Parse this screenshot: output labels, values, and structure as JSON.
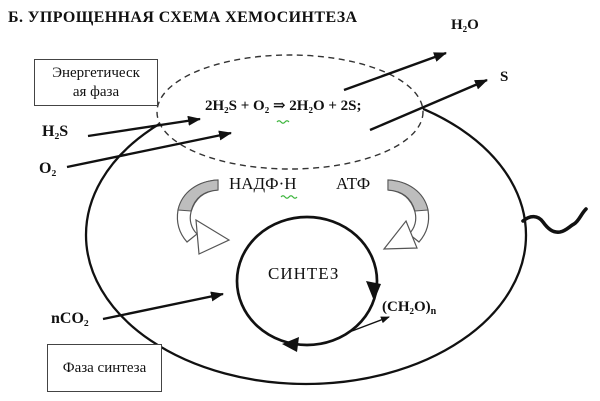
{
  "title": "Б. УПРОЩЕННАЯ СХЕМА ХЕМОСИНТЕЗА",
  "boxes": {
    "energy_phase_line1": "Энергетическ",
    "energy_phase_line2": "ая фаза",
    "synthesis_phase": "Фаза синтеза"
  },
  "labels": {
    "h2o": "H₂O",
    "sulfur": "S",
    "h2s": "H₂S",
    "o2": "O₂",
    "reaction": "2H₂S + O₂ ⇒ 2H₂O + 2S;",
    "nadph": "НАДФ·Н",
    "atp": "АТФ",
    "synthesis": "СИНТЕЗ",
    "carbohydrate_base": "(CH₂O)",
    "carbohydrate_sub": "n",
    "nco2": "nCO₂"
  },
  "colors": {
    "ink": "#111111",
    "block_arrow_fill": "#bdbdbd",
    "spellcheck_green": "#3db53d",
    "background": "#ffffff"
  }
}
